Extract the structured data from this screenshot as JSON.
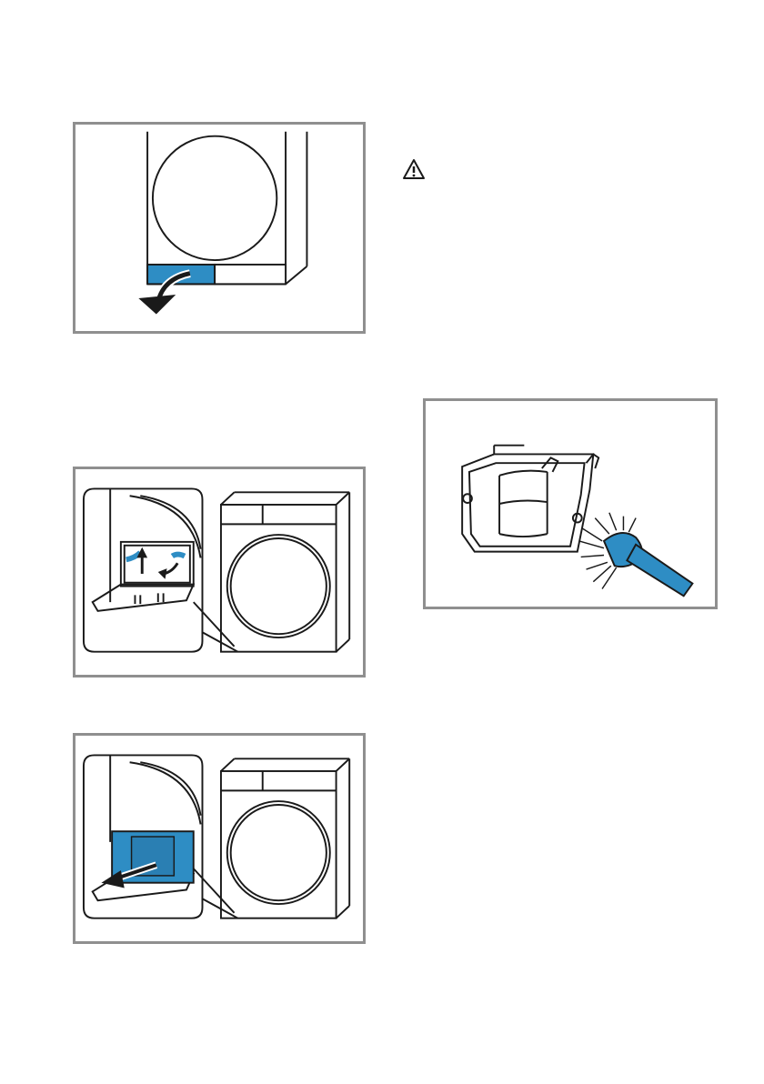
{
  "document": {
    "figures": [
      {
        "id": "fig-dryer-open-flap",
        "icon": "dryer-front-with-arrow-down"
      },
      {
        "id": "fig-unlock-heat-exchanger",
        "icon": "dryer-detail-unlock-levers"
      },
      {
        "id": "fig-pull-out-heat-exchanger",
        "icon": "dryer-detail-pull-out"
      },
      {
        "id": "fig-clean-with-brush",
        "icon": "heat-exchanger-brush"
      }
    ],
    "warning": {
      "icon": "warning-triangle-icon"
    }
  },
  "colors": {
    "accent_blue": "#2e8dc4",
    "frame_grey": "#8f8f8f",
    "line_dark": "#1a1a1a"
  }
}
